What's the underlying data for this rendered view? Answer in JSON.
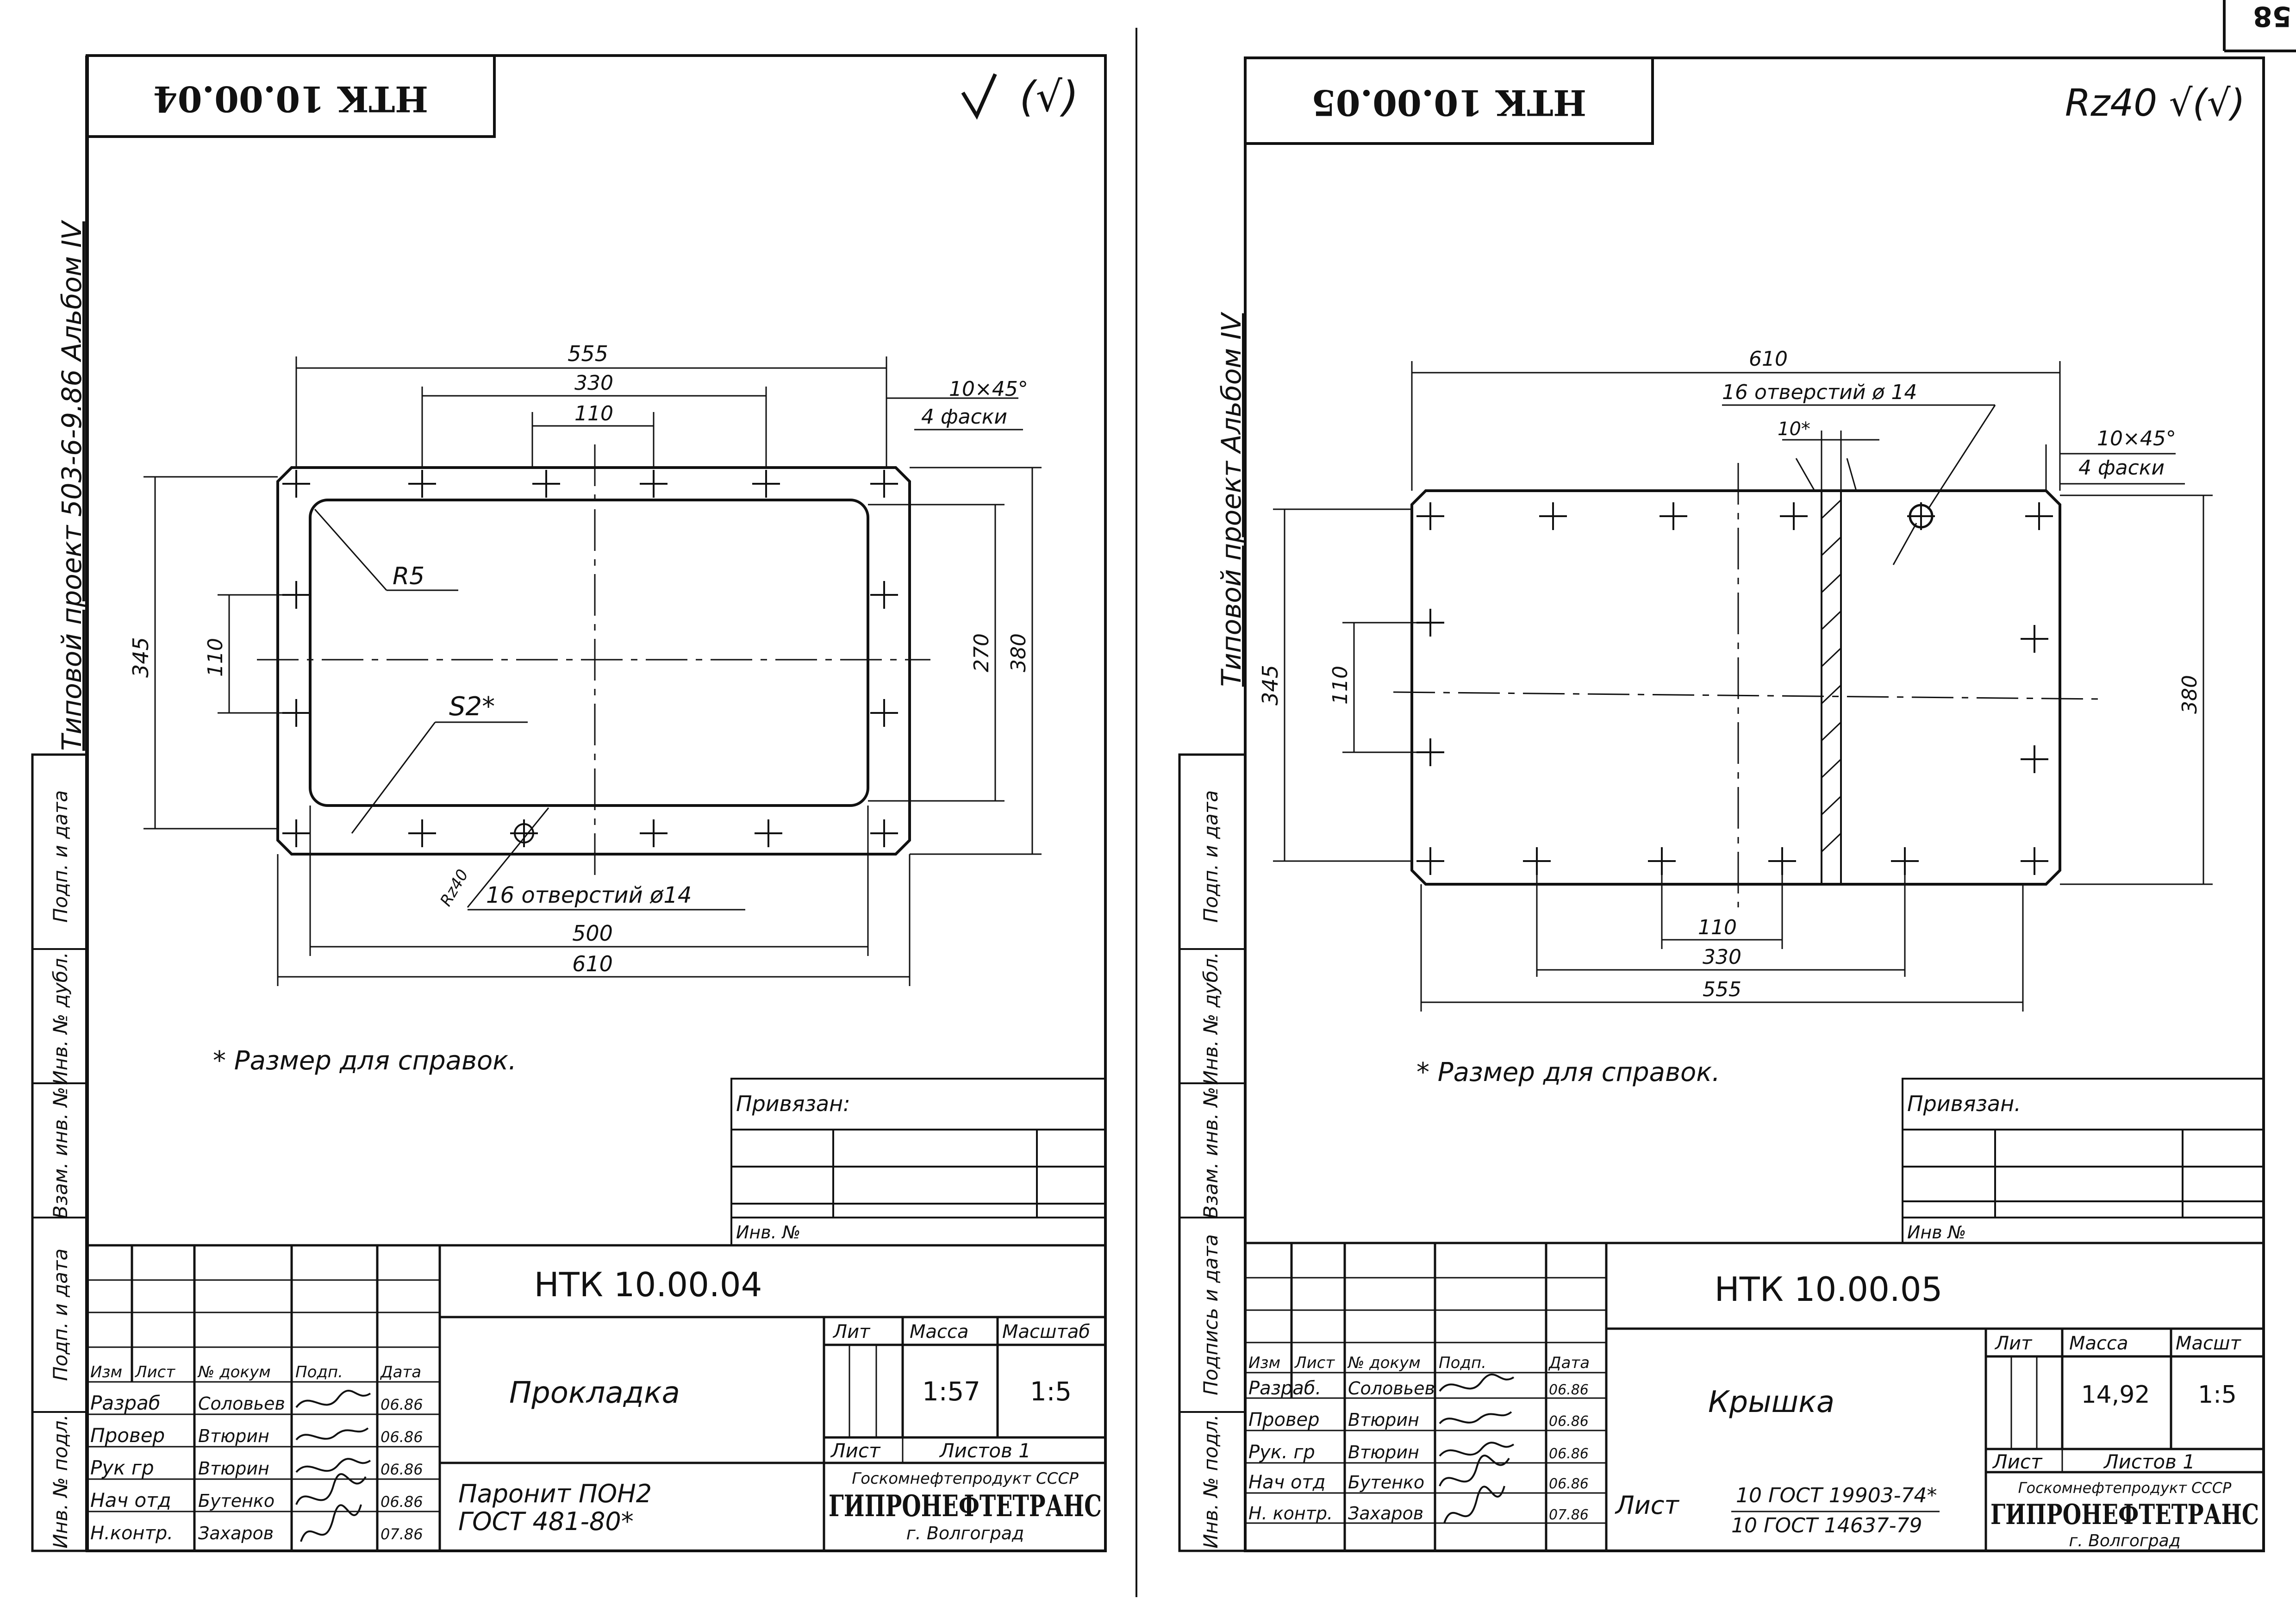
{
  "page_number": "58",
  "left": {
    "stamp": "НТК 10.00.04",
    "surface_symbol": "(√)",
    "side_label": "Типовой проект 503-6-9.86 Альбом IV",
    "dims": {
      "d555": "555",
      "d330": "330",
      "d110_top": "110",
      "d345": "345",
      "d110_side": "110",
      "d270": "270",
      "d380": "380",
      "d500": "500",
      "d610": "610"
    },
    "chamfer_1": "10×45°",
    "chamfer_2": "4 фаски",
    "radius": "R5",
    "thickness": "S2*",
    "roughness": "Rz40",
    "holes": "16 отверстий ø14",
    "note": "* Размер для справок.",
    "binding_label": "Привязан:",
    "inv_label": "Инв. №",
    "code": "НТК 10.00.04",
    "name": "Прокладка",
    "material_1": "Паронит ПОН2",
    "material_2": "ГОСТ 481-80*",
    "h_lit": "Лит",
    "h_mass": "Масса",
    "h_scale": "Масштаб",
    "mass": "1:57",
    "scale": "1:5",
    "sheet": "Лист",
    "sheets": "Листов 1",
    "org_1": "Госкомнефтепродукт СССР",
    "org_2": "ГИПРОНЕФТЕТРАНС",
    "org_3": "г. Волгоград",
    "col_izm": "Изм",
    "col_list": "Лист",
    "col_doc": "№ докум",
    "col_sign": "Подп.",
    "col_date": "Дата",
    "roles": [
      "Разраб",
      "Провер",
      "Рук гр",
      "Нач отд",
      "Н.контр."
    ],
    "names": [
      "Соловьев",
      "Втюрин",
      "Втюрин",
      "Бутенко",
      "Захаров"
    ],
    "dates": [
      "06.86",
      "06.86",
      "06.86",
      "06.86",
      "07.86"
    ],
    "margin_labels": [
      "Подп. и дата",
      "Инв. № дубл.",
      "Взам. инв. №",
      "Подп. и дата",
      "Инв. № подл."
    ]
  },
  "right": {
    "stamp": "НТК 10.00.05",
    "surface_symbol": "Rz40 √(√)",
    "side_label": "Типовой проект Альбом IV",
    "dims": {
      "d610": "610",
      "d10": "10*",
      "d345": "345",
      "d110_side": "110",
      "d380": "380",
      "d110_bot": "110",
      "d330": "330",
      "d555": "555"
    },
    "holes": "16 отверстий ø 14",
    "chamfer_1": "10×45°",
    "chamfer_2": "4 фаски",
    "note": "* Размер для справок.",
    "binding_label": "Привязан.",
    "inv_label": "Инв №",
    "code": "НТК 10.00.05",
    "name": "Крышка",
    "sheet_label": "Лист",
    "std_1": "10 ГОСТ 19903-74*",
    "std_2": "10 ГОСТ 14637-79",
    "h_lit": "Лит",
    "h_mass": "Масса",
    "h_scale": "Масшт",
    "mass": "14,92",
    "scale": "1:5",
    "sheet": "Лист",
    "sheets": "Листов 1",
    "org_1": "Госкомнефтепродукт СССР",
    "org_2": "ГИПРОНЕФТЕТРАНС",
    "org_3": "г. Волгоград",
    "col_izm": "Изм",
    "col_list": "Лист",
    "col_doc": "№ докум",
    "col_sign": "Подп.",
    "col_date": "Дата",
    "roles": [
      "Разраб.",
      "Провер",
      "Рук. гр",
      "Нач отд",
      "Н. контр."
    ],
    "names": [
      "Соловьев",
      "Втюрин",
      "Втюрин",
      "Бутенко",
      "Захаров"
    ],
    "dates": [
      "06.86",
      "06.86",
      "06.86",
      "06.86",
      "07.86"
    ],
    "margin_labels": [
      "Подп. и дата",
      "Инв. № дубл.",
      "Взам. инв. №",
      "Подпись и дата",
      "Инв. № подл."
    ]
  }
}
